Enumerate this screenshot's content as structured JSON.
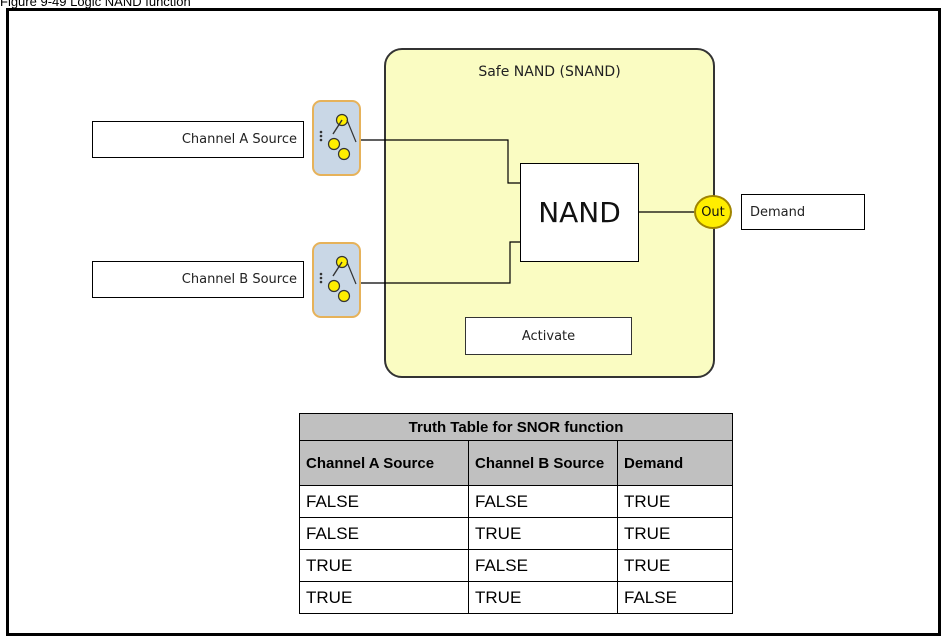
{
  "caption": "Figure 9-49 Logic NAND function",
  "block": {
    "title": "Safe NAND (SNAND)",
    "function_label": "NAND",
    "activate_label": "Activate",
    "output_pin_label": "Out"
  },
  "inputs": {
    "channel_a": "Channel A Source",
    "channel_b": "Channel B Source"
  },
  "output": {
    "demand": "Demand"
  },
  "colors": {
    "block_fill": "#fafcc2",
    "output_pin": "#ffee00",
    "switch_fill": "#c9d7e6",
    "switch_border": "#e6b25a",
    "table_header": "#c0c0c0"
  },
  "truth_table": {
    "title": "Truth Table for SNOR function",
    "headers": [
      "Channel A Source",
      "Channel B Source",
      "Demand"
    ],
    "rows": [
      [
        "FALSE",
        "FALSE",
        "TRUE"
      ],
      [
        "FALSE",
        "TRUE",
        "TRUE"
      ],
      [
        "TRUE",
        "FALSE",
        "TRUE"
      ],
      [
        "TRUE",
        "TRUE",
        "FALSE"
      ]
    ]
  }
}
